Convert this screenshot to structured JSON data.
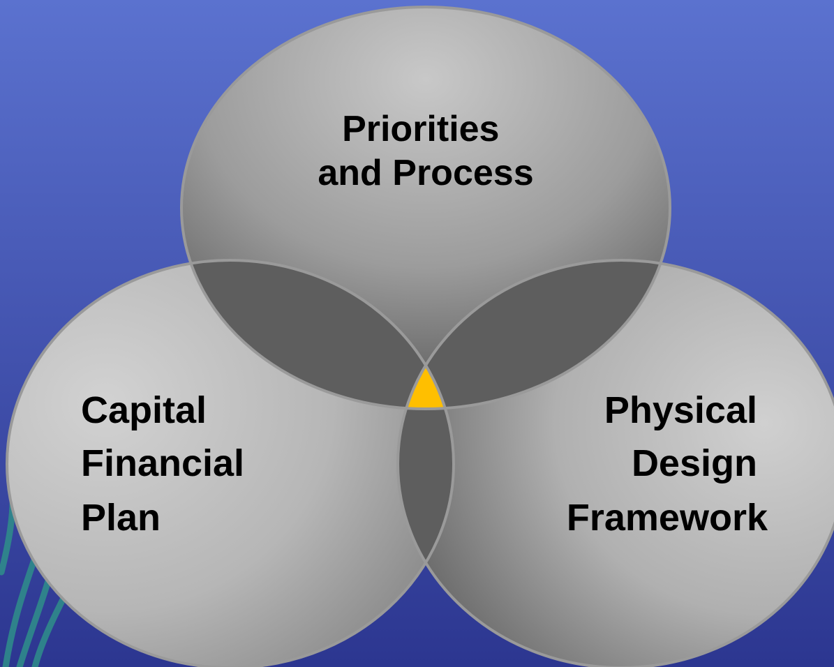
{
  "diagram": {
    "type": "venn",
    "circles": [
      {
        "id": "top",
        "lines": [
          "Priorities",
          "and Process"
        ]
      },
      {
        "id": "left",
        "lines": [
          "Capital",
          "Financial",
          "Plan"
        ]
      },
      {
        "id": "right",
        "lines": [
          "Physical",
          "Design",
          "Framework"
        ]
      }
    ]
  },
  "colors": {
    "background_top": "#5b72cf",
    "background_bottom": "#2c3690",
    "circle_light": "#c4c4c4",
    "circle_dark": "#5a5a5a",
    "overlap_two": "#5e5e5e",
    "overlap_center": "#ffbf00",
    "outline": "#9a9a9a",
    "decoration": "#2f8f8a"
  }
}
